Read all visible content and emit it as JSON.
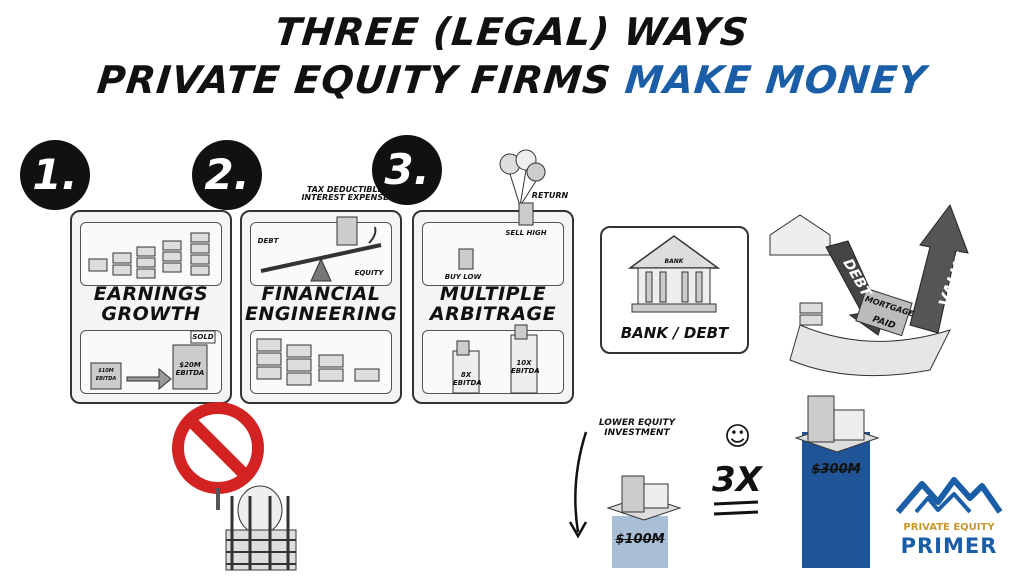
{
  "header": {
    "line1": "THREE (LEGAL) WAYS",
    "line2_prefix": "PRIVATE EQUITY FIRMS ",
    "line2_highlight": "MAKE MONEY"
  },
  "steps": [
    {
      "number": "1.",
      "title_line1": "EARNINGS",
      "title_line2": "GROWTH",
      "label_small_1": "$10M EBITDA",
      "label_small_2": "$20M EBITDA",
      "badge": "SOLD"
    },
    {
      "number": "2.",
      "title_line1": "FINANCIAL",
      "title_line2": "ENGINEERING",
      "annotation": "TAX DEDUCTIBLE INTEREST EXPENSE",
      "left_label": "DEBT",
      "right_label": "EQUITY"
    },
    {
      "number": "3.",
      "title_line1": "MULTIPLE",
      "title_line2": "ARBITRAGE",
      "top_label": "RETURN",
      "high_label": "SELL HIGH",
      "low_label": "BUY LOW",
      "multiple_low": "8X EBITDA",
      "multiple_high": "10X EBITDA"
    }
  ],
  "bank": {
    "label": "BANK / DEBT",
    "sign": "BANK"
  },
  "arrows": {
    "debt": "DEBT",
    "value": "VALUE",
    "mortgage": "MORTGAGE",
    "paid": "PAID"
  },
  "bottom": {
    "lower_equity": "LOWER EQUITY INVESTMENT",
    "left_amount": "$100M",
    "multiplier": "3X",
    "right_amount": "$300M"
  },
  "logo": {
    "line1": "PRIVATE EQUITY",
    "line2": "PRIMER"
  },
  "colors": {
    "accent": "#1b5ea8",
    "logo_gold": "#c9962a",
    "column_light": "#a9bfd6",
    "column_dark": "#1f5597"
  }
}
